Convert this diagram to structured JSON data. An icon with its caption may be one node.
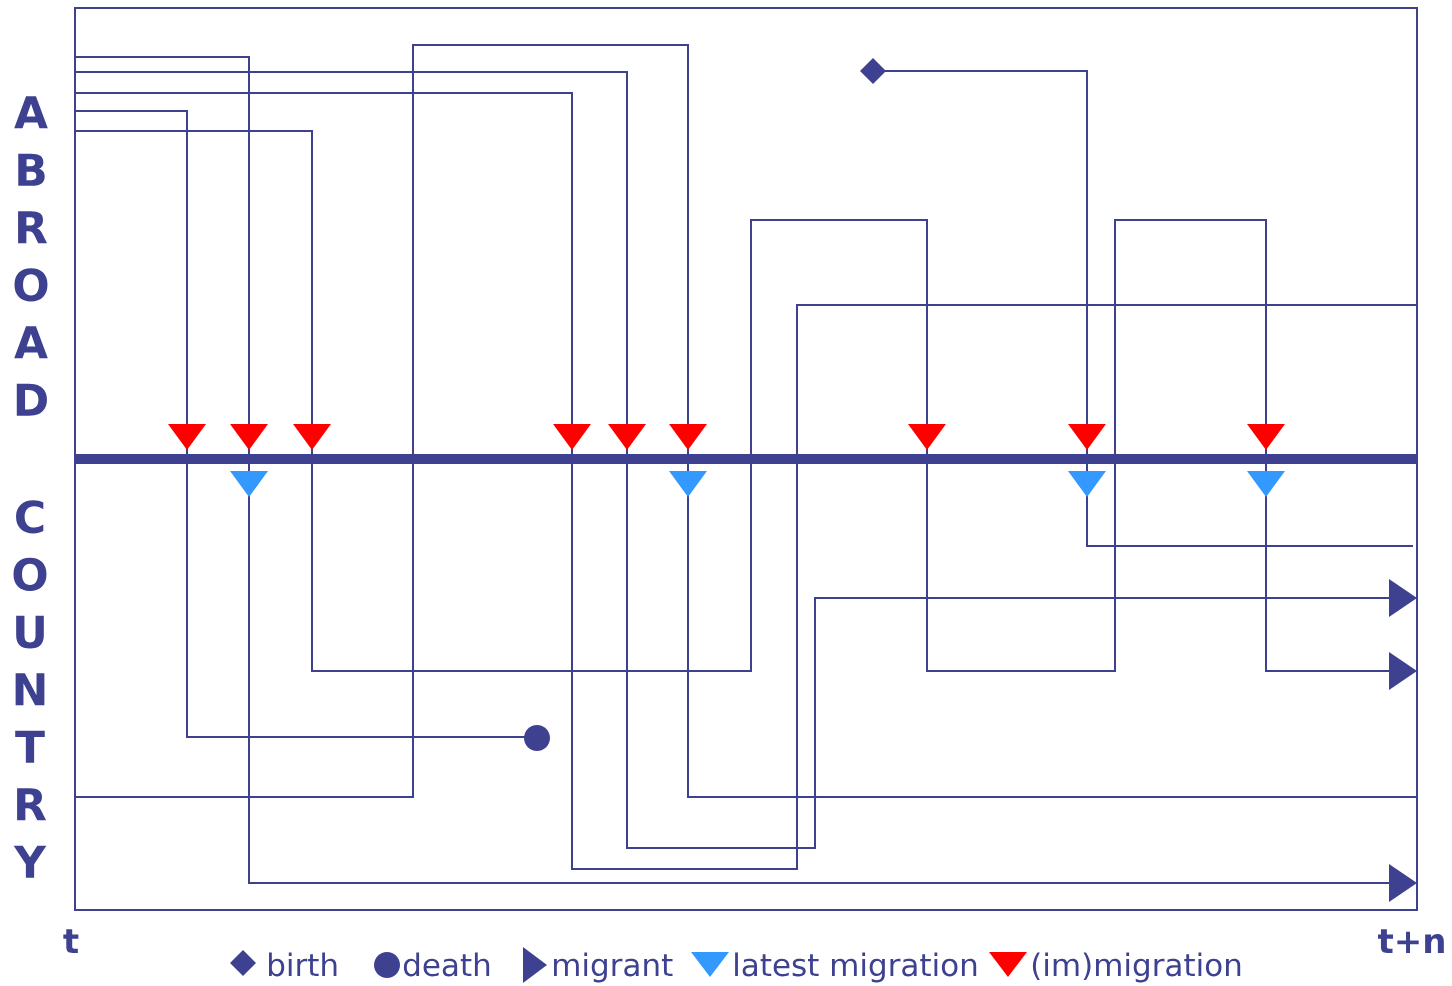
{
  "diagram": {
    "labels": [
      "ABROAD",
      "COUNTRY",
      "t",
      "t+n"
    ],
    "legend": [
      {
        "text": "birth"
      },
      {
        "text": "death"
      },
      {
        "text": "migrant"
      },
      {
        "text": "latest migration"
      },
      {
        "text": "(im)migration"
      }
    ]
  }
}
